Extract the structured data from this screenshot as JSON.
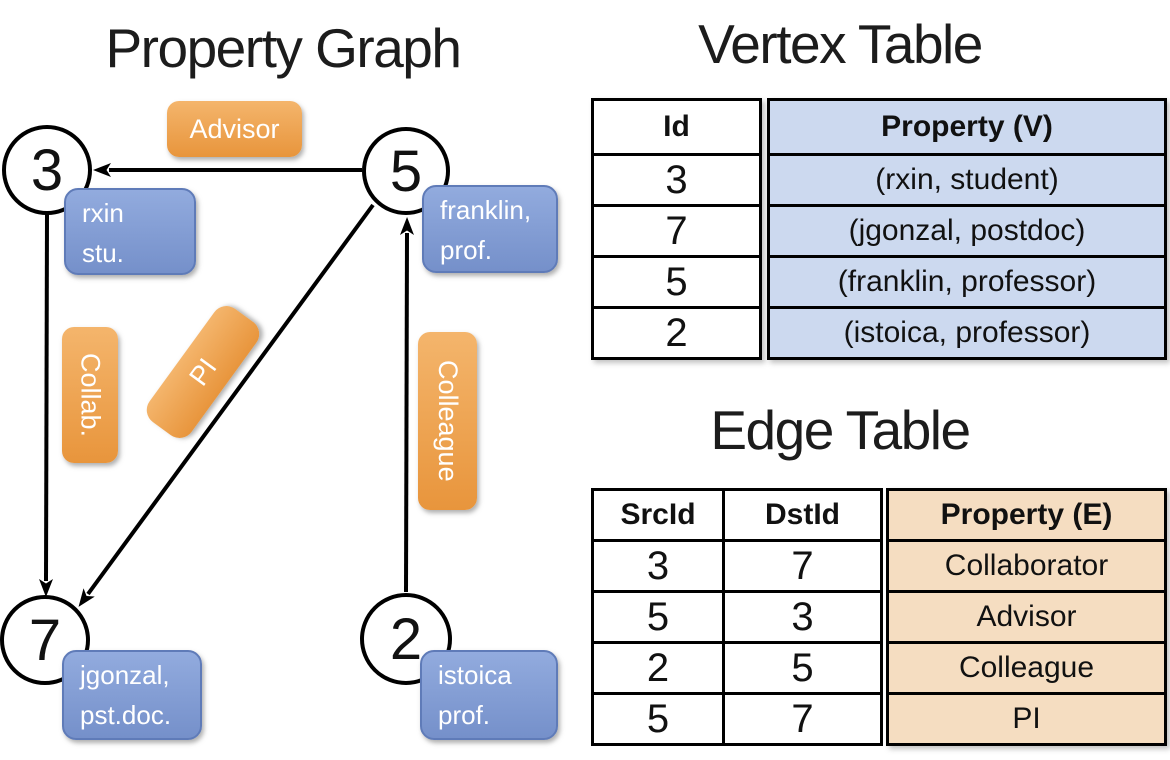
{
  "panel_titles": {
    "graph": "Property Graph",
    "vertex": "Vertex Table",
    "edge": "Edge Table"
  },
  "graph": {
    "nodes": {
      "n3": {
        "id": "3",
        "prop_line1": "rxin",
        "prop_line2": "stu."
      },
      "n5": {
        "id": "5",
        "prop_line1": "franklin,",
        "prop_line2": "prof."
      },
      "n7": {
        "id": "7",
        "prop_line1": "jgonzal,",
        "prop_line2": "pst.doc."
      },
      "n2": {
        "id": "2",
        "prop_line1": "istoica",
        "prop_line2": "prof."
      }
    },
    "edge_labels": {
      "advisor": "Advisor",
      "collab": "Collab.",
      "pi": "PI",
      "colleague": "Colleague"
    }
  },
  "vertex_table": {
    "col_id_header": "Id",
    "col_prop_header": "Property (V)",
    "rows": [
      {
        "id": "3",
        "prop": "(rxin, student)"
      },
      {
        "id": "7",
        "prop": "(jgonzal, postdoc)"
      },
      {
        "id": "5",
        "prop": "(franklin, professor)"
      },
      {
        "id": "2",
        "prop": "(istoica, professor)"
      }
    ]
  },
  "edge_table": {
    "col_src_header": "SrcId",
    "col_dst_header": "DstId",
    "col_prop_header": "Property (E)",
    "rows": [
      {
        "src": "3",
        "dst": "7",
        "prop": "Collaborator"
      },
      {
        "src": "5",
        "dst": "3",
        "prop": "Advisor"
      },
      {
        "src": "2",
        "dst": "5",
        "prop": "Colleague"
      },
      {
        "src": "5",
        "dst": "7",
        "prop": "PI"
      }
    ]
  },
  "colors": {
    "edge_label_orange_top": "#F4B56C",
    "edge_label_orange_bottom": "#E8953C",
    "vertex_prop_blue_top": "#92ABDE",
    "vertex_prop_blue_bottom": "#7590CA",
    "vertex_table_cell_bg": "#CCD9EF",
    "edge_table_cell_bg": "#F5DDC1",
    "line_color": "#000000"
  }
}
